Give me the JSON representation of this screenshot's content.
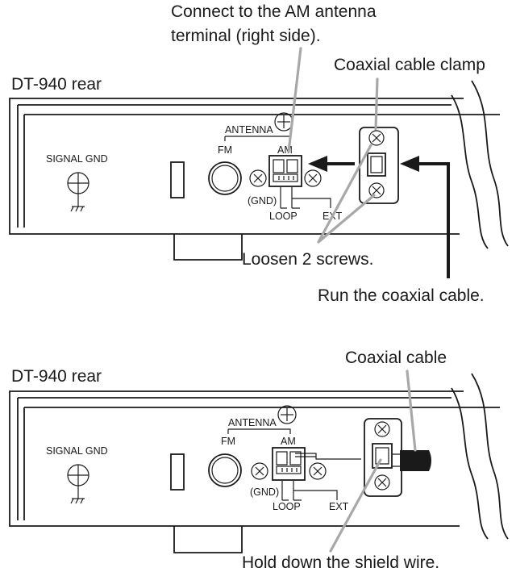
{
  "top": {
    "title": "DT-940  rear",
    "callout_am_line1": "Connect to the AM antenna",
    "callout_am_line2": "terminal (right side).",
    "callout_clamp": "Coaxial cable clamp",
    "callout_loosen": "Loosen 2 screws.",
    "callout_run": "Run the coaxial cable."
  },
  "bottom": {
    "title": "DT-940  rear",
    "callout_cable": "Coaxial cable",
    "callout_hold": "Hold down the shield wire."
  },
  "panel_labels": {
    "signal_gnd": "SIGNAL GND",
    "antenna": "ANTENNA",
    "fm": "FM",
    "am": "AM",
    "gnd": "(GND)",
    "loop": "LOOP",
    "ext": "EXT"
  }
}
